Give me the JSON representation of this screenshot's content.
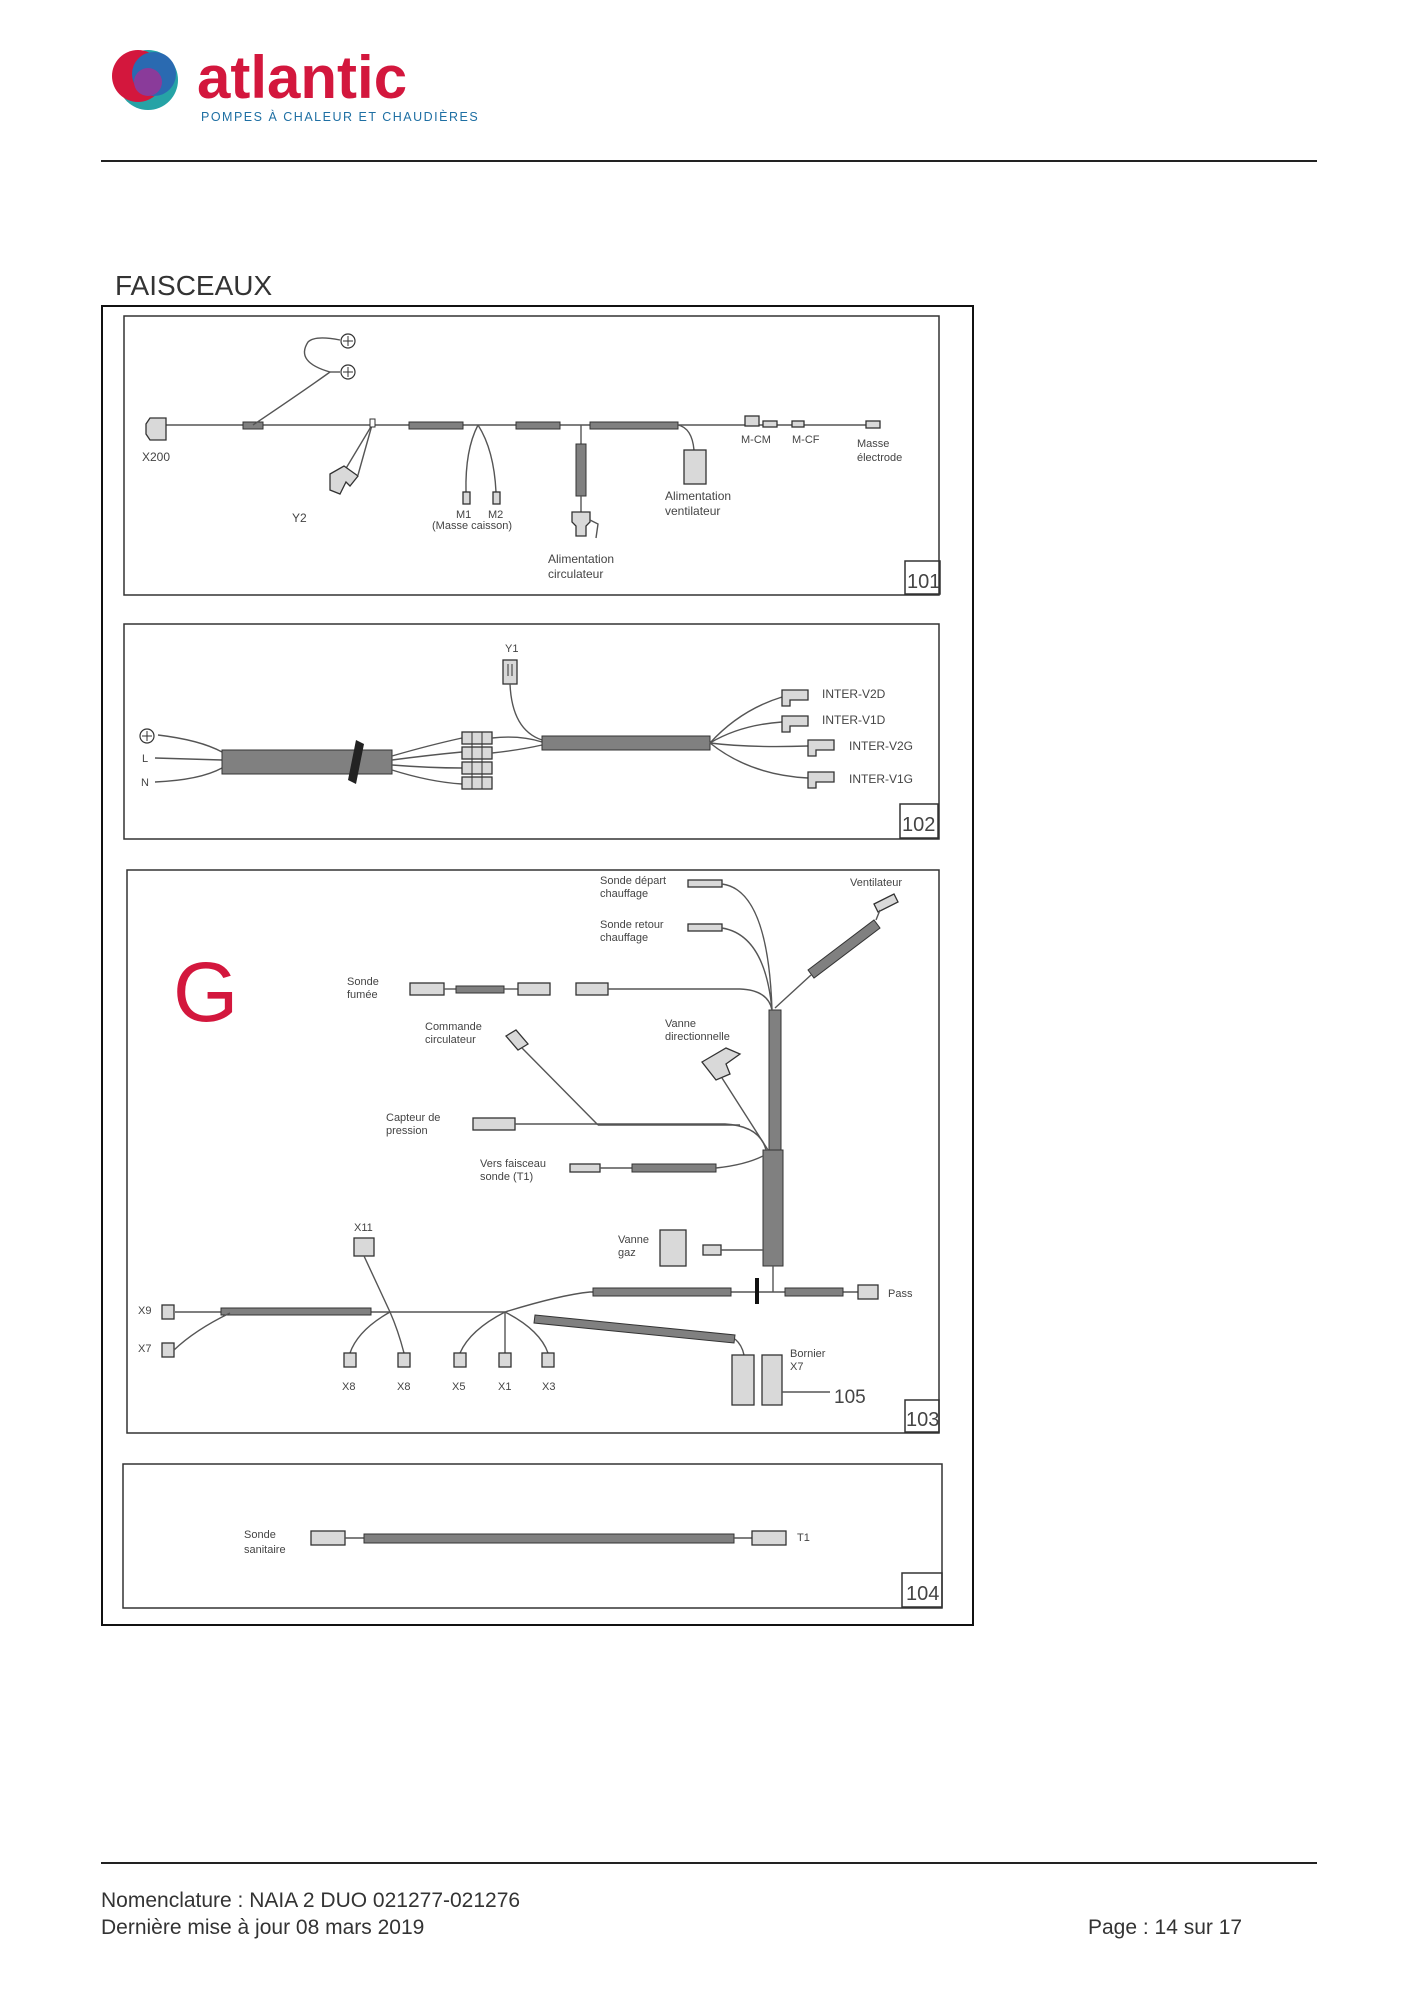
{
  "brand": {
    "name": "atlantic",
    "tagline": "POMPES À CHALEUR ET CHAUDIÈRES",
    "colors": {
      "primary": "#d3173d",
      "tagline": "#1e6fa3",
      "blob_blue": "#2a6ab1",
      "blob_teal": "#26a3a6",
      "blob_purple": "#8a3b9a"
    }
  },
  "section_title": "FAISCEAUX",
  "letter_g": "G",
  "panels": {
    "p101": {
      "ref": "101",
      "labels": {
        "x200": "X200",
        "y2": "Y2",
        "m1": "M1",
        "m2": "M2",
        "masse_caisson": "(Masse caisson)",
        "alim_circ_1": "Alimentation",
        "alim_circ_2": "circulateur",
        "alim_vent_1": "Alimentation",
        "alim_vent_2": "ventilateur",
        "mcm": "M-CM",
        "mcf": "M-CF",
        "masse_1": "Masse",
        "masse_2": "électrode"
      }
    },
    "p102": {
      "ref": "102",
      "labels": {
        "y1": "Y1",
        "l": "L",
        "n": "N",
        "v2d": "INTER-V2D",
        "v1d": "INTER-V1D",
        "v2g": "INTER-V2G",
        "v1g": "INTER-V1G"
      }
    },
    "p103": {
      "ref": "103",
      "callout": "105",
      "labels": {
        "sdc_1": "Sonde départ",
        "sdc_2": "chauffage",
        "src_1": "Sonde retour",
        "src_2": "chauffage",
        "vent": "Ventilateur",
        "sf_1": "Sonde",
        "sf_2": "fumée",
        "cc_1": "Commande",
        "cc_2": "circulateur",
        "vd_1": "Vanne",
        "vd_2": "directionnelle",
        "cp_1": "Capteur de",
        "cp_2": "pression",
        "vfs_1": "Vers faisceau",
        "vfs_2": "sonde (T1)",
        "x11": "X11",
        "vg_1": "Vanne",
        "vg_2": "gaz",
        "x9": "X9",
        "x7": "X7",
        "pass": "Pass",
        "bornier_1": "Bornier",
        "bornier_2": "X7",
        "x8a": "X8",
        "x8b": "X8",
        "x5": "X5",
        "x1": "X1",
        "x3": "X3"
      }
    },
    "p104": {
      "ref": "104",
      "labels": {
        "ss_1": "Sonde",
        "ss_2": "sanitaire",
        "t1": "T1"
      }
    }
  },
  "footer": {
    "line1": "Nomenclature : NAIA 2 DUO 021277-021276",
    "line2": "Dernière mise à jour 08 mars 2019",
    "page": "Page : 14 sur 17"
  }
}
